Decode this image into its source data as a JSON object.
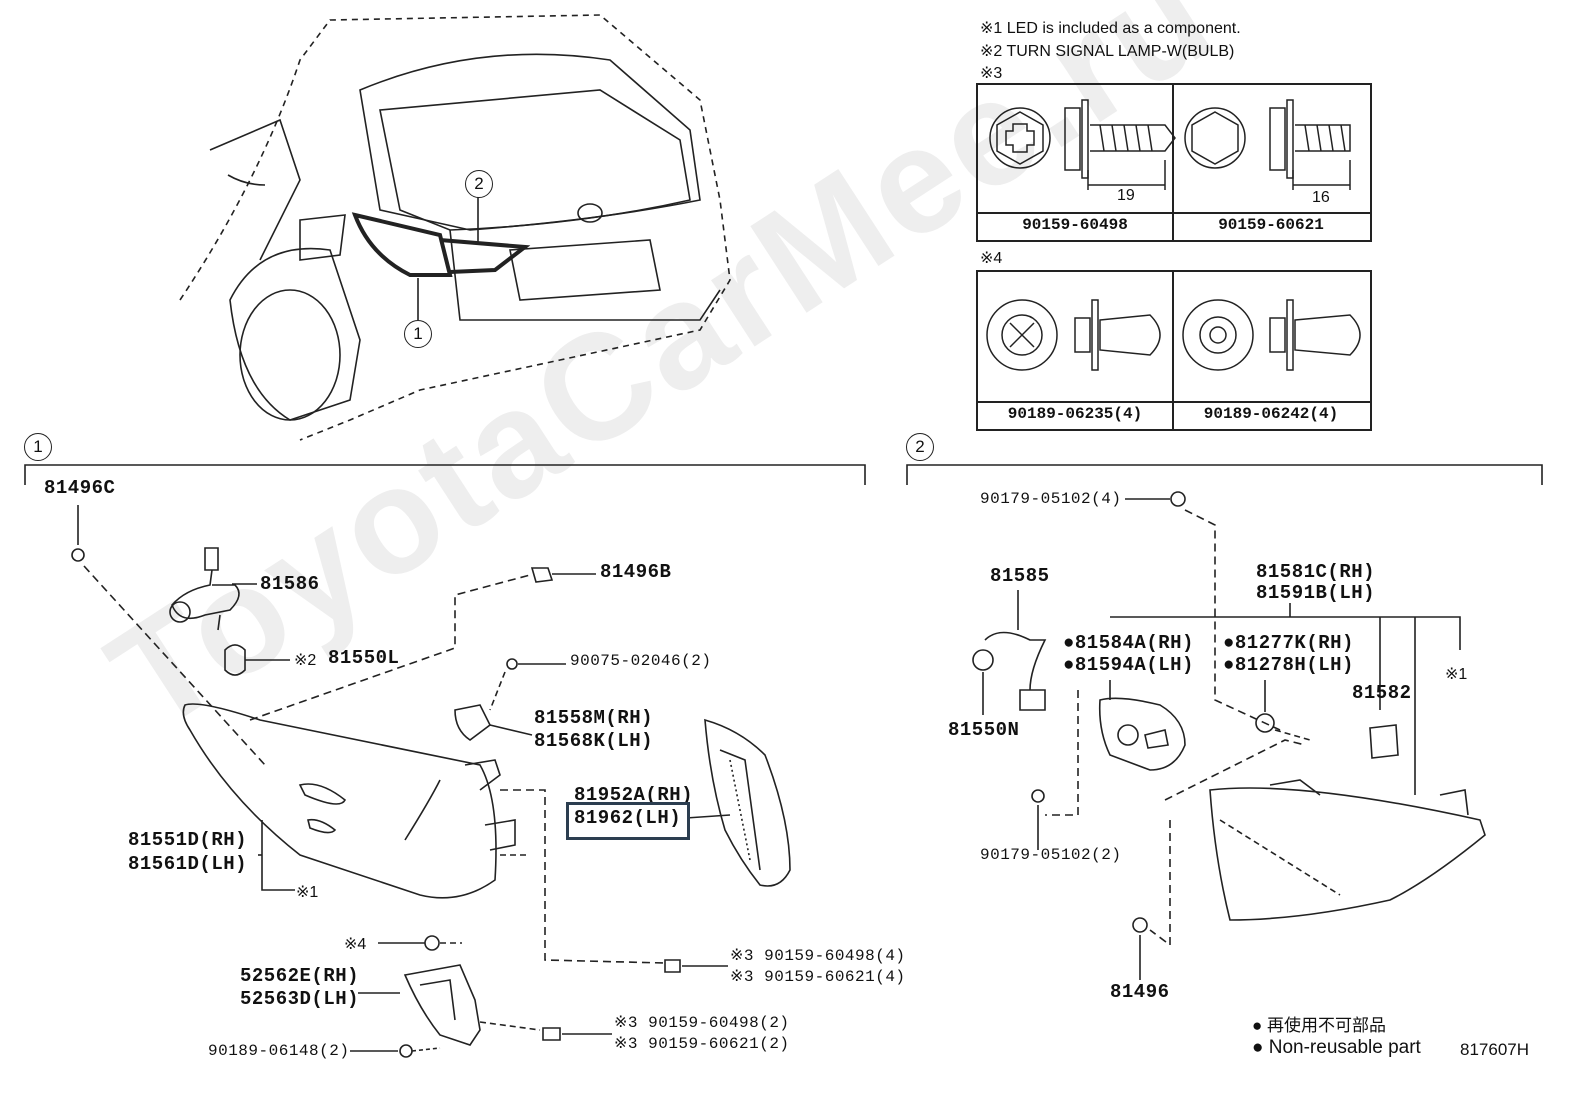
{
  "watermark": "ToyotaCarMee.ru",
  "notes": {
    "n1": "※1 LED is included as a component.",
    "n2": "※2 TURN SIGNAL LAMP-W(BULB)",
    "n3": "※3",
    "n4": "※4"
  },
  "fastener_table_3": [
    {
      "part": "90159-60498",
      "dim": "19"
    },
    {
      "part": "90159-60621",
      "dim": "16"
    }
  ],
  "fastener_table_4": [
    {
      "part": "90189-06235(4)"
    },
    {
      "part": "90189-06242(4)"
    }
  ],
  "callouts": {
    "one": "1",
    "two": "2"
  },
  "section1": {
    "marker": "1",
    "labels": {
      "p81496C": "81496C",
      "p81586": "81586",
      "p81550L_mark": "※2",
      "p81550L": "81550L",
      "p81496B": "81496B",
      "p90075": "90075-02046(2)",
      "p81558M": "81558M(RH)",
      "p81568K": "81568K(LH)",
      "p81952A": "81952A(RH)",
      "p81962": "81962(LH)",
      "p81551D": "81551D(RH)",
      "p81561D": "81561D(LH)",
      "p_led_mark": "※1",
      "p_clip_mark": "※4",
      "p_screw1a": "※3 90159-60498(4)",
      "p_screw1b": "※3 90159-60621(4)",
      "p52562E": "52562E(RH)",
      "p52563D": "52563D(LH)",
      "p_screw2a": "※3 90159-60498(2)",
      "p_screw2b": "※3 90159-60621(2)",
      "p90189": "90189-06148(2)"
    }
  },
  "section2": {
    "marker": "2",
    "labels": {
      "p90179a": "90179-05102(4)",
      "p81585": "81585",
      "p81550N": "81550N",
      "p81584A": "●81584A(RH)",
      "p81594A": "●81594A(LH)",
      "p81277K": "●81277K(RH)",
      "p81278H": "●81278H(LH)",
      "p81581C": "81581C(RH)",
      "p81591B": "81591B(LH)",
      "p81582": "81582",
      "p_led_mark": "※1",
      "p90179b": "90179-05102(2)",
      "p81496": "81496"
    }
  },
  "legend": {
    "jp": "● 再使用不可部品",
    "en": "● Non-reusable part"
  },
  "figure_id": "817607H",
  "colors": {
    "ink": "#111111",
    "highlight": "#2c3e50",
    "watermark": "#eeeeee"
  }
}
